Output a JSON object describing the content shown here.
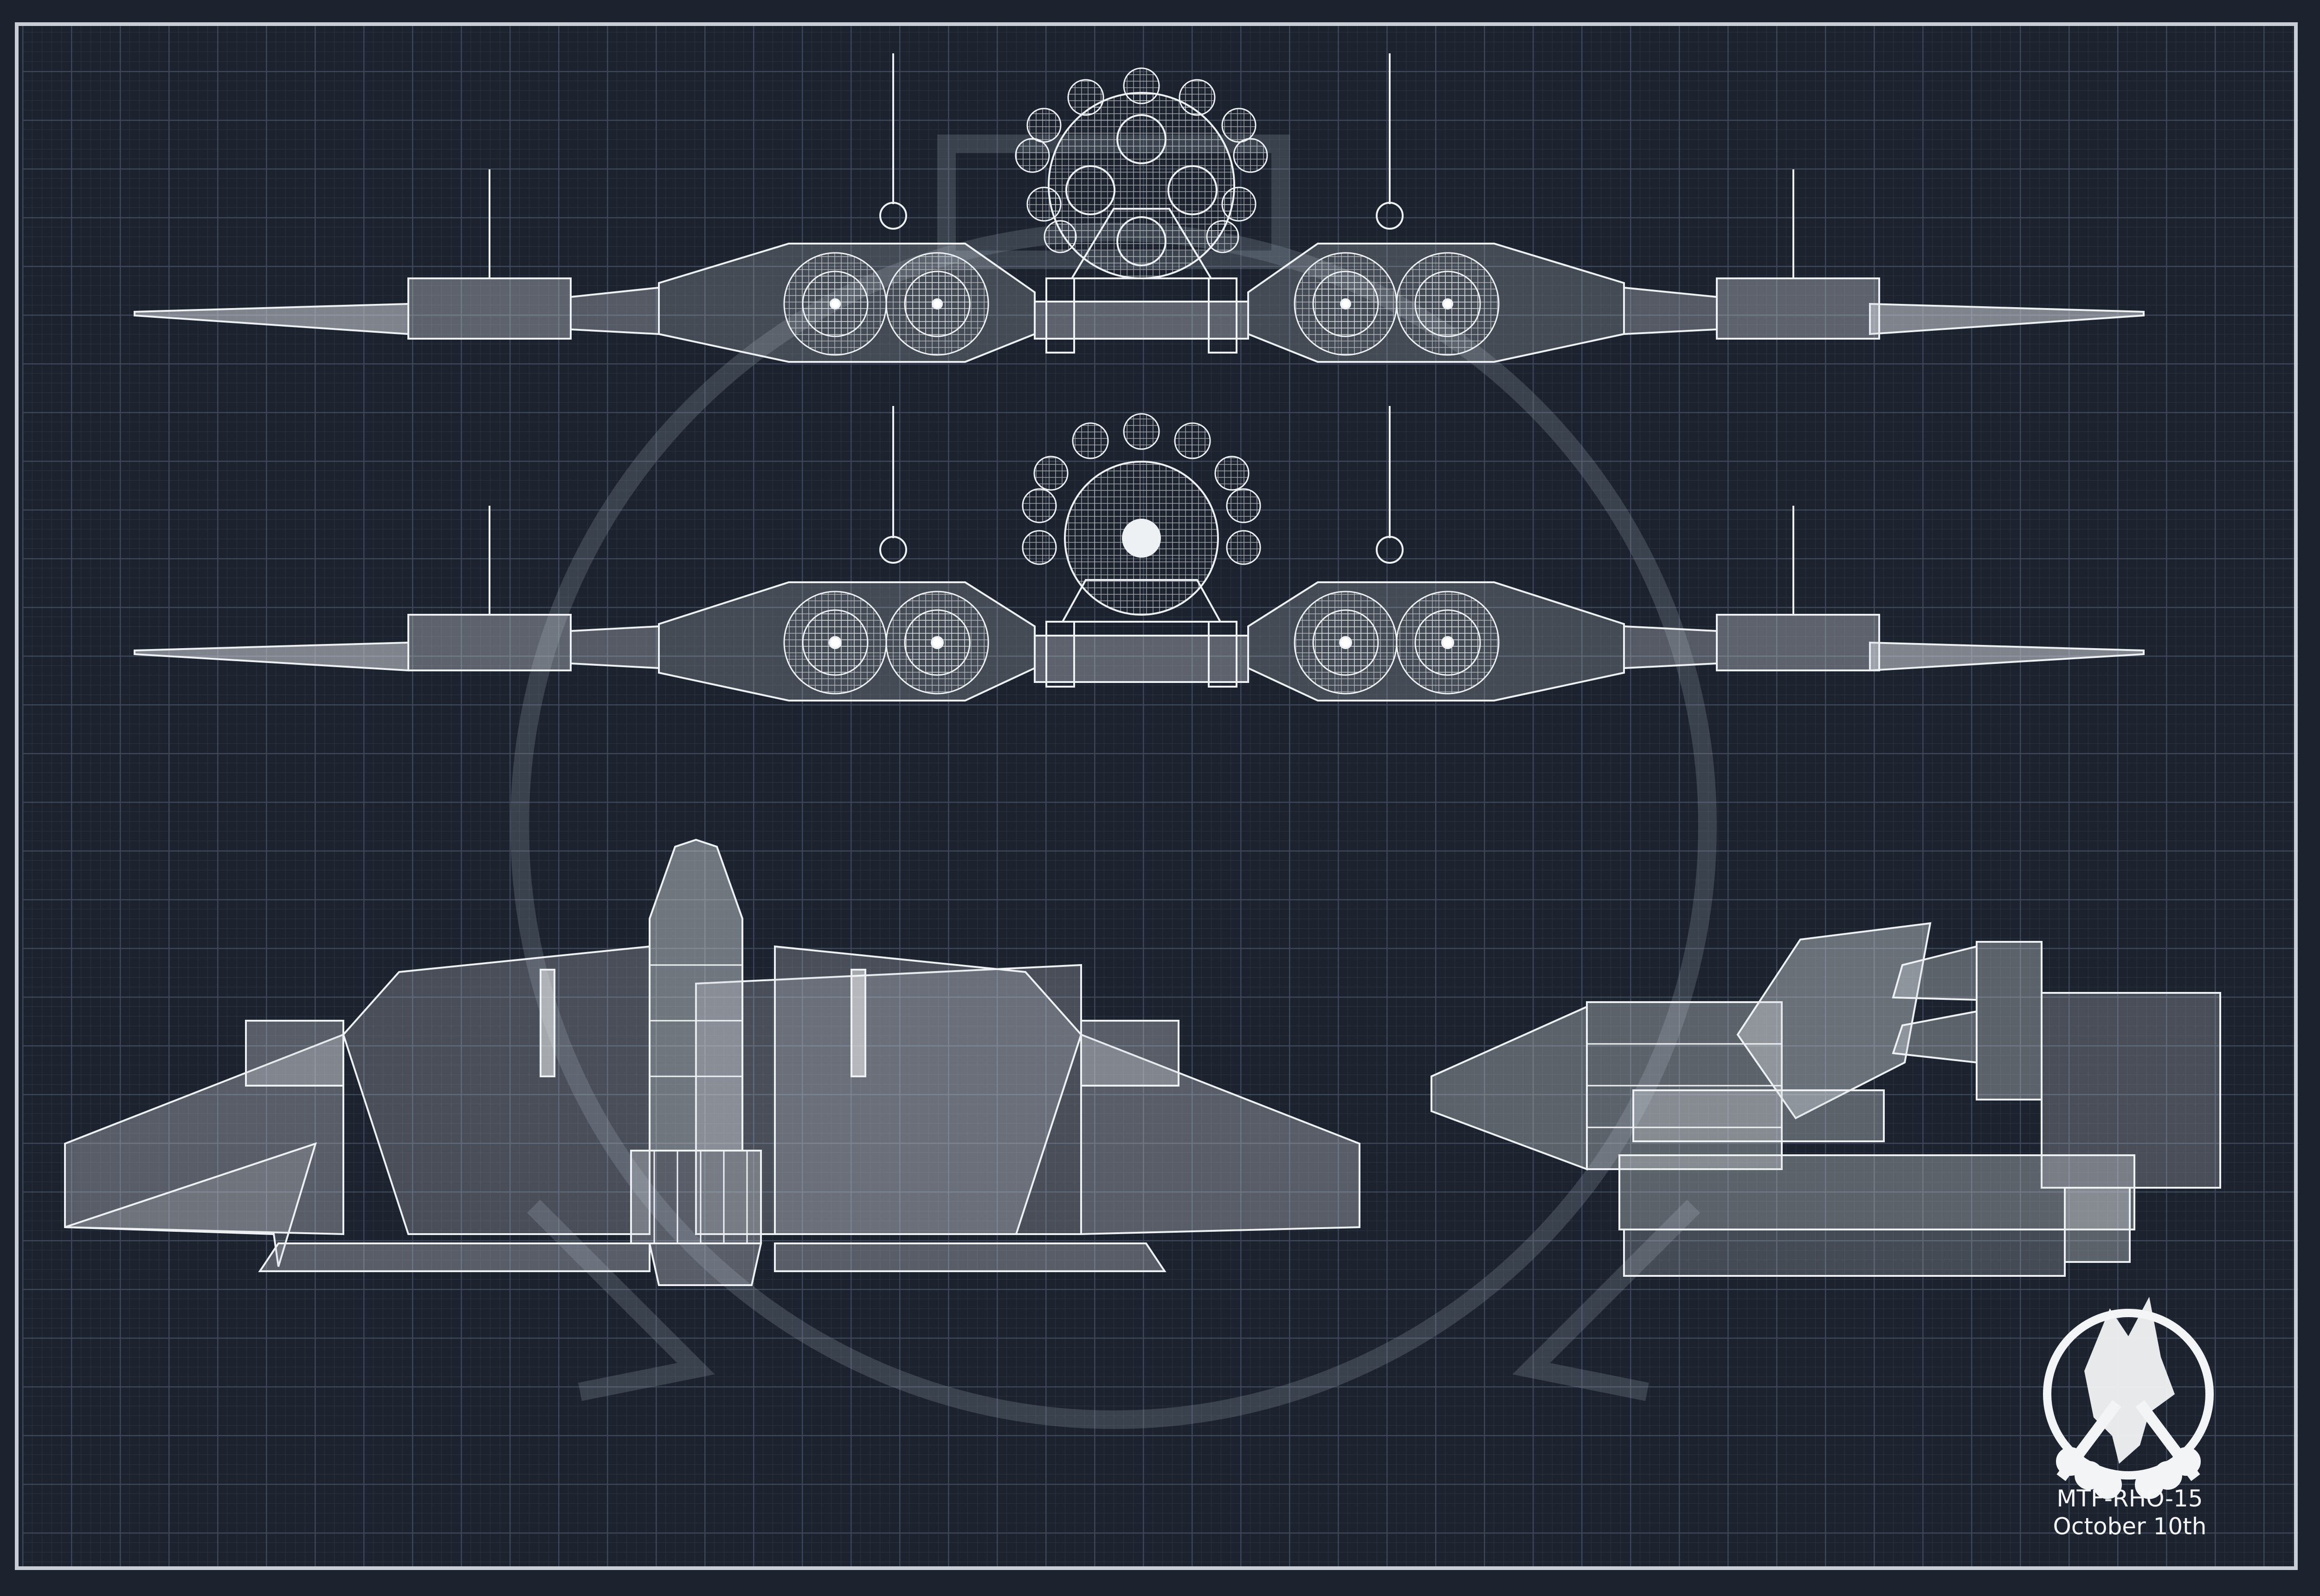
{
  "sheet": {
    "designation": "MTF-RHO-15",
    "date": "October 10th"
  },
  "colors": {
    "background": "#1d232e",
    "grid_line": "#3a4352",
    "frame": "#c9ced6",
    "watermark": "#8a93a0",
    "wireframe": "#e8ecf0",
    "fill": "#bfc5cc"
  },
  "views": [
    {
      "name": "rear-view-upper"
    },
    {
      "name": "front-view-lower"
    },
    {
      "name": "top-view"
    },
    {
      "name": "side-view"
    }
  ],
  "emblem": {
    "icon": "wolf-emblem-icon"
  }
}
